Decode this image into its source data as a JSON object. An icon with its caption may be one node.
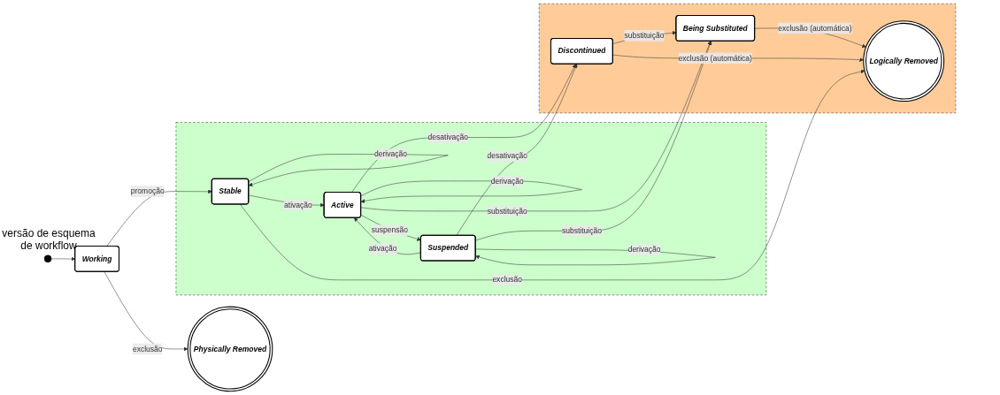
{
  "diagram": {
    "nodes": [
      {
        "text": [],
        "shape": "box"
      },
      {
        "text": [],
        "shape": "box"
      },
      {
        "text": [],
        "shape": "circle",
        "beside": [
          "versão de esquema de workflow"
        ]
      },
      {
        "text": [
          "Working"
        ]
      },
      {
        "text": [
          "Physically Removed"
        ]
      },
      {
        "text": [
          "Stable"
        ],
        "in": 0
      },
      {
        "text": [
          "Active"
        ],
        "in": 0
      },
      {
        "text": [
          "Suspended"
        ],
        "in": 0
      },
      {
        "text": [
          "Being Substituted"
        ],
        "in": 1
      },
      {
        "text": [
          "Discontinued"
        ],
        "in": 1
      },
      {
        "text": [
          "Logically Removed"
        ],
        "in": 1
      }
    ],
    "edges": [
      {
        "from": 2,
        "to": 3,
        "arrow": "to"
      },
      {
        "from": 3,
        "to": 5,
        "arrow": "to",
        "label": "promoção"
      },
      {
        "from": 3,
        "to": 4,
        "arrow": "to",
        "label": "exclusão"
      },
      {
        "from": 5,
        "to": 5,
        "arrow": "to",
        "label": "derivação"
      },
      {
        "from": 5,
        "to": 6,
        "arrow": "to",
        "label": "ativação"
      },
      {
        "from": 6,
        "to": 6,
        "arrow": "to",
        "label": "derivação"
      },
      {
        "from": 6,
        "to": 7,
        "arrow": "to",
        "label": "suspensão"
      },
      {
        "from": 7,
        "to": 6,
        "arrow": "to",
        "label": "ativação"
      },
      {
        "from": 7,
        "to": 7,
        "arrow": "to",
        "label": "derivação"
      },
      {
        "from": 6,
        "to": 8,
        "arrow": "to",
        "label": "substituição"
      },
      {
        "from": 7,
        "to": 8,
        "arrow": "to",
        "label": "substituição"
      },
      {
        "from": 6,
        "to": 9,
        "arrow": "to",
        "label": "desativação"
      },
      {
        "from": 7,
        "to": 9,
        "arrow": "to",
        "label": "desativação"
      },
      {
        "from": 9,
        "to": 8,
        "arrow": "to",
        "label": "substituição"
      },
      {
        "from": 8,
        "to": 10,
        "arrow": "to",
        "label": "exclusão (automática)"
      },
      {
        "from": 9,
        "to": 10,
        "arrow": "to",
        "label": "exclusão (automática)"
      },
      {
        "from": 5,
        "to": 10,
        "arrow": "to",
        "label": "exclusão"
      }
    ]
  }
}
